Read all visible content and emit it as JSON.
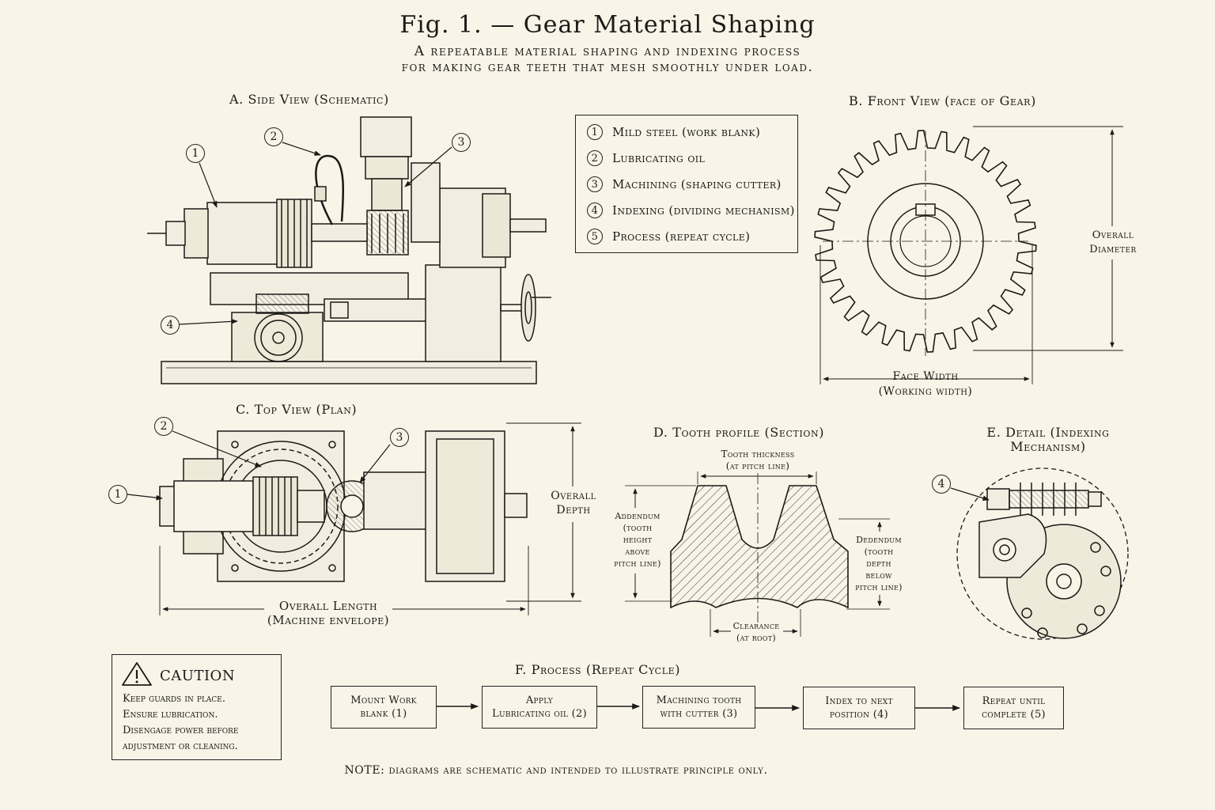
{
  "header": {
    "title": "Fig. 1. — Gear Material Shaping",
    "subtitle_1": "A repeatable material shaping and indexing process",
    "subtitle_2": "for making gear teeth that mesh smoothly under load."
  },
  "views": {
    "side": "A. Side View (Schematic)",
    "front": "B. Front View (face of Gear)",
    "top": "C. Top View (Plan)",
    "tooth": "D. Tooth profile (Section)",
    "detail_1": "E. Detail (Indexing",
    "detail_2": "Mechanism)",
    "process": "F. Process (Repeat Cycle)"
  },
  "legend": [
    {
      "num": "1",
      "label": "Mild steel (work blank)"
    },
    {
      "num": "2",
      "label": "Lubricating oil"
    },
    {
      "num": "3",
      "label": "Machining (shaping cutter)"
    },
    {
      "num": "4",
      "label": "Indexing (dividing mechanism)"
    },
    {
      "num": "5",
      "label": "Process (repeat cycle)"
    }
  ],
  "callouts": {
    "c1": "1",
    "c2": "2",
    "c3": "3",
    "c4": "4"
  },
  "dimensions": {
    "overall_diameter_1": "Overall",
    "overall_diameter_2": "Diameter",
    "face_width_1": "Face Width",
    "face_width_2": "(Working width)",
    "overall_depth_1": "Overall",
    "overall_depth_2": "Depth",
    "overall_length_1": "Overall Length",
    "overall_length_2": "(Machine envelope)",
    "tooth_thickness_1": "Tooth thickness",
    "tooth_thickness_2": "(at pitch line)",
    "addendum": "Addendum\n(tooth\nheight\nabove\npitch line)",
    "dedendum": "Dedendum\n(tooth\ndepth\nbelow\npitch line)",
    "clearance_1": "Clearance",
    "clearance_2": "(at root)"
  },
  "caution": {
    "heading": "CAUTION",
    "line_1": "Keep guards in place.",
    "line_2": "Ensure lubrication.",
    "line_3": "Disengage power before",
    "line_4": "adjustment or cleaning."
  },
  "process_steps": [
    "Mount Work\nblank (1)",
    "Apply\nLubricating oil (2)",
    "Machining tooth\nwith cutter (3)",
    "Index to next\nposition (4)",
    "Repeat until\ncomplete (5)"
  ],
  "note": "NOTE: diagrams are schematic and intended to illustrate principle only.",
  "colors": {
    "paper": "#f8f4e8",
    "ink": "#1c1a17"
  }
}
